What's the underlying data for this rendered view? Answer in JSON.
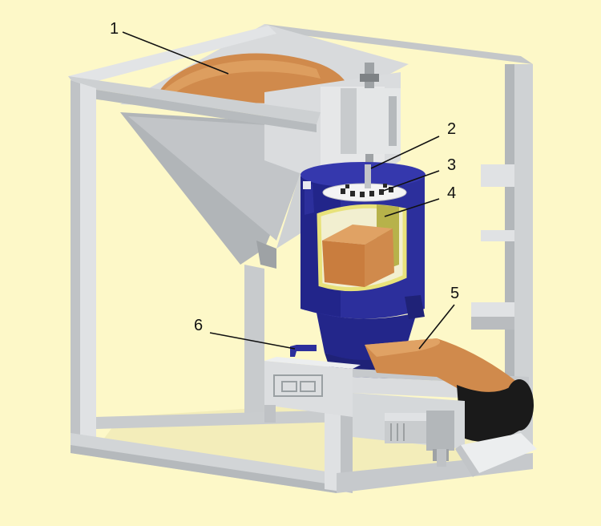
{
  "diagram": {
    "callouts": [
      {
        "id": "1",
        "text": "1"
      },
      {
        "id": "2",
        "text": "2"
      },
      {
        "id": "3",
        "text": "3"
      },
      {
        "id": "4",
        "text": "4"
      },
      {
        "id": "5",
        "text": "5"
      },
      {
        "id": "6",
        "text": "6"
      }
    ]
  },
  "colors": {
    "background": "#fdf8c8",
    "frame": "#d4d7d9",
    "frame_shadow": "#a9adb0",
    "frame_dark": "#8d9194",
    "vessel_blue": "#2c2f9c",
    "vessel_blue_dark": "#1f2277",
    "material_orange": "#d08a4c",
    "material_orange_light": "#e0a264",
    "liner_yellow": "#e8e27a",
    "belt_black": "#1a1a1a"
  }
}
